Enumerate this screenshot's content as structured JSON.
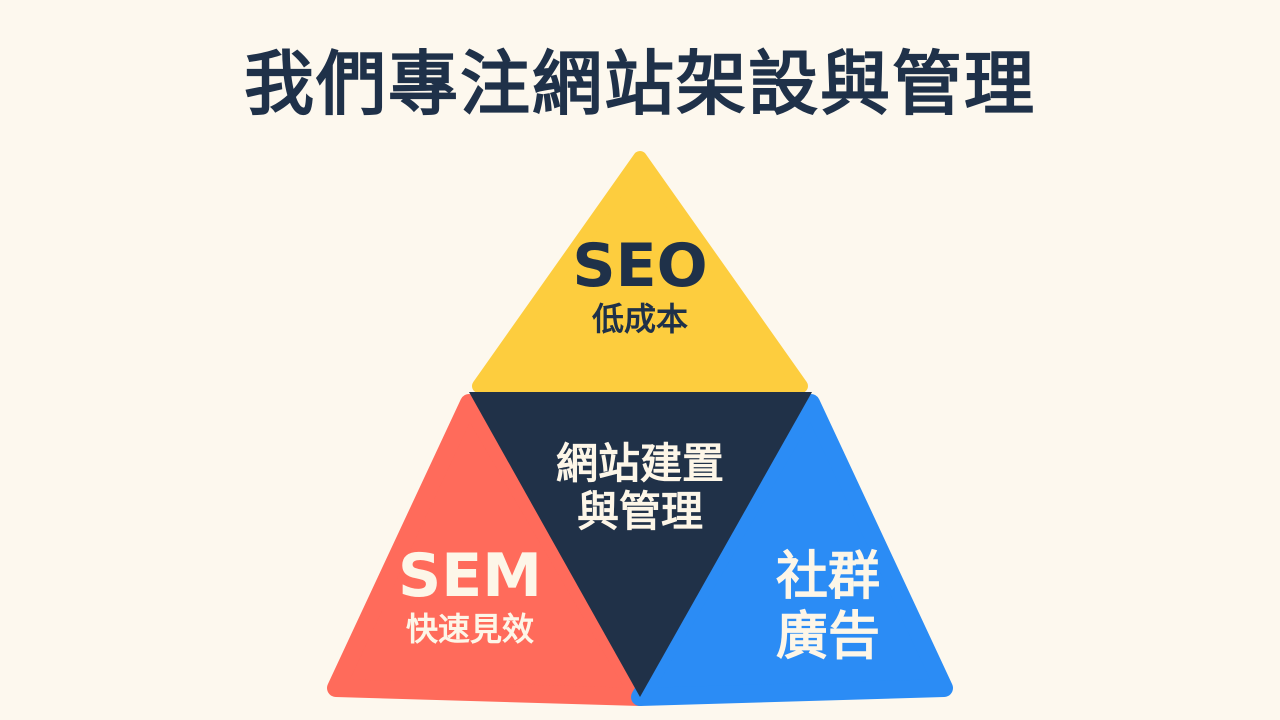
{
  "title": "我們專注網站架設與管理",
  "colors": {
    "background": "#FDF8EE",
    "yellow": "#FDCD3E",
    "navy": "#203148",
    "red": "#FF6B5B",
    "blue": "#2B8CF5",
    "text_light": "#FDF6E8"
  },
  "segments": {
    "top": {
      "heading": "SEO",
      "sub": "低成本"
    },
    "center": {
      "line1": "網站建置",
      "line2": "與管理"
    },
    "left": {
      "heading": "SEM",
      "sub": "快速見效"
    },
    "right": {
      "line1": "社群",
      "line2": "廣告"
    }
  }
}
